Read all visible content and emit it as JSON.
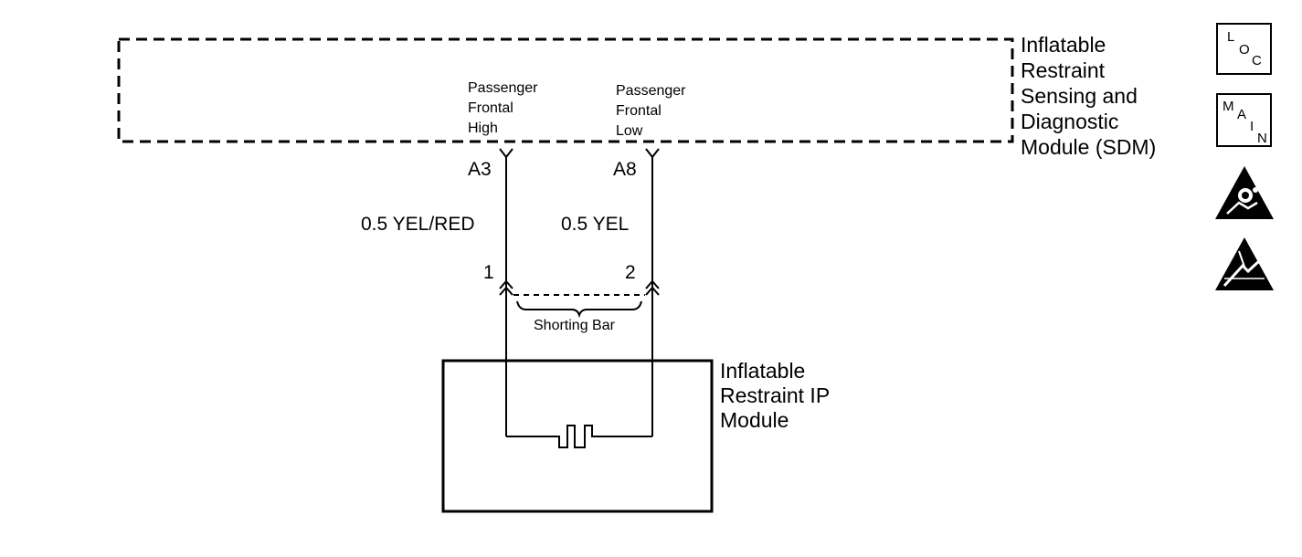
{
  "sdm": {
    "title_lines": [
      "Inflatable",
      "Restraint",
      "Sensing and",
      "Diagnostic",
      "Module (SDM)"
    ],
    "pin_a": {
      "terminal": "A3",
      "function_lines": [
        "Passenger",
        "Frontal",
        "High"
      ]
    },
    "pin_b": {
      "terminal": "A8",
      "function_lines": [
        "Passenger",
        "Frontal",
        "Low"
      ]
    }
  },
  "wires": {
    "left": {
      "label": "0.5 YEL/RED"
    },
    "right": {
      "label": "0.5 YEL"
    }
  },
  "connector": {
    "left_pin": "1",
    "right_pin": "2",
    "shorting_bar_label": "Shorting Bar"
  },
  "ip_module": {
    "title_lines": [
      "Inflatable",
      "Restraint IP",
      "Module"
    ]
  },
  "side_icons": {
    "loc": {
      "letters": [
        "L",
        "O",
        "C"
      ],
      "icon": "location-icon"
    },
    "main": {
      "letters": [
        "M",
        "A",
        "I",
        "N"
      ],
      "icon": "main-icon"
    },
    "airbag_warning": {
      "icon": "airbag-warning-icon"
    },
    "esd_warning": {
      "icon": "esd-warning-icon"
    }
  }
}
